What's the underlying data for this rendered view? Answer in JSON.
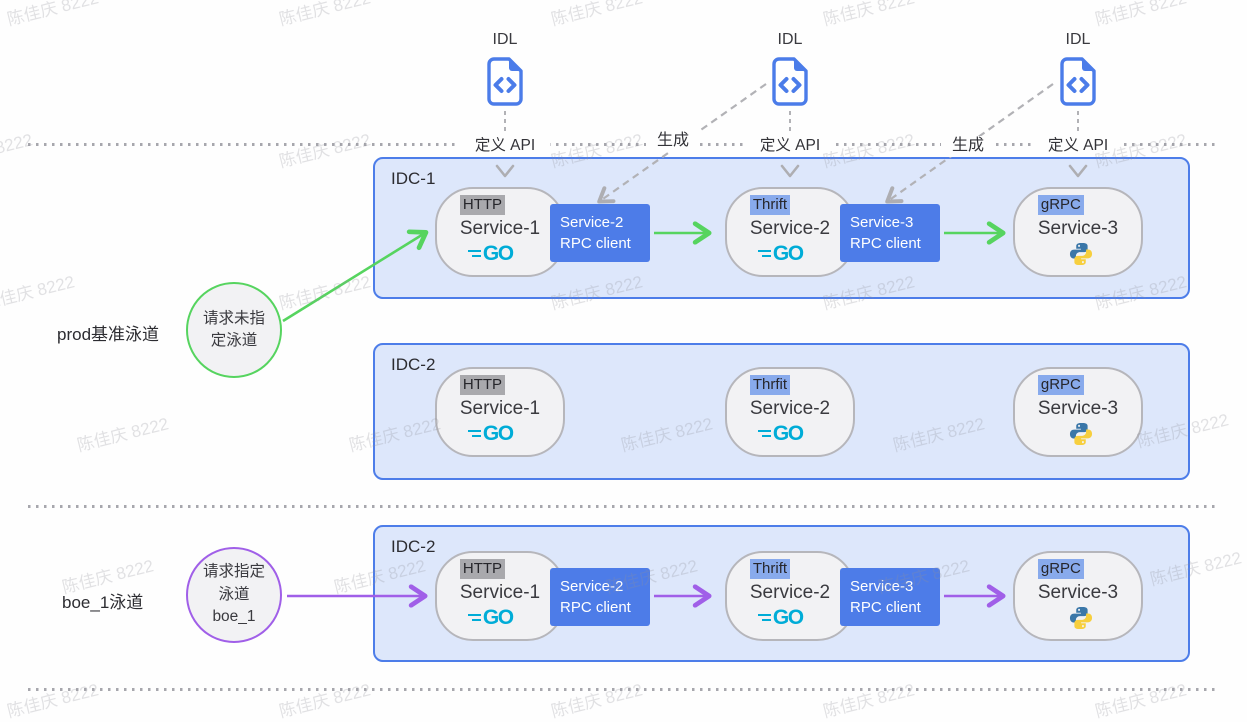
{
  "watermark": {
    "text": "陈佳庆 8222"
  },
  "colors": {
    "container_blue": "#4d7de9",
    "container_fill": "#dde7fb",
    "rpc_box_blue": "#4d7ce8",
    "lane_green": "#56d45f",
    "lane_purple": "#a05fe8",
    "go_cyan": "#00acd7"
  },
  "idl_files": [
    {
      "title": "IDL",
      "action": "定义 API"
    },
    {
      "title": "IDL",
      "action": "定义 API"
    },
    {
      "title": "IDL",
      "action": "定义 API"
    }
  ],
  "generate_labels": [
    {
      "label": "生成"
    },
    {
      "label": "生成"
    }
  ],
  "lanes": [
    {
      "label": "prod基准泳道",
      "circle_lines": [
        "请求未指",
        "定泳道"
      ]
    },
    {
      "label": "boe_1泳道",
      "circle_lines": [
        "请求指定",
        "泳道",
        "boe_1"
      ]
    }
  ],
  "logo_labels": {
    "go": "GO"
  },
  "containers": [
    {
      "label": "IDC-1",
      "services": [
        {
          "protocol": "HTTP",
          "name": "Service-1",
          "logo": "go"
        },
        {
          "protocol": "Thrift",
          "name": "Service-2",
          "logo": "go"
        },
        {
          "protocol": "gRPC",
          "name": "Service-3",
          "logo": "python"
        }
      ],
      "rpc_clients": [
        {
          "line1": "Service-2",
          "line2": "RPC client"
        },
        {
          "line1": "Service-3",
          "line2": "RPC client"
        }
      ]
    },
    {
      "label": "IDC-2",
      "services": [
        {
          "protocol": "HTTP",
          "name": "Service-1",
          "logo": "go"
        },
        {
          "protocol": "Thrfit",
          "name": "Service-2",
          "logo": "go"
        },
        {
          "protocol": "gRPC",
          "name": "Service-3",
          "logo": "python"
        }
      ]
    },
    {
      "label": "IDC-2",
      "services": [
        {
          "protocol": "HTTP",
          "name": "Service-1",
          "logo": "go"
        },
        {
          "protocol": "Thrift",
          "name": "Service-2",
          "logo": "go"
        },
        {
          "protocol": "gRPC",
          "name": "Service-3",
          "logo": "python"
        }
      ],
      "rpc_clients": [
        {
          "line1": "Service-2",
          "line2": "RPC client"
        },
        {
          "line1": "Service-3",
          "line2": "RPC client"
        }
      ]
    }
  ]
}
